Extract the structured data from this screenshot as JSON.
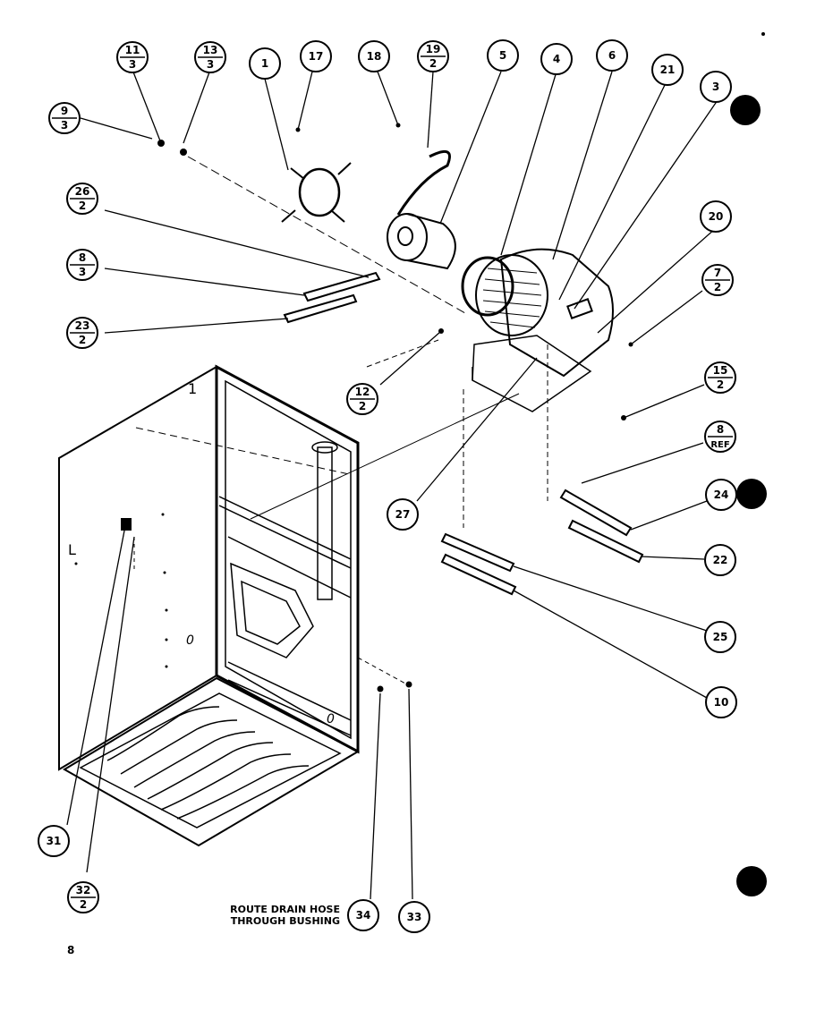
{
  "diagram": {
    "page_number": "8",
    "note_line1": "ROUTE DRAIN HOSE",
    "note_line2": "THROUGH BUSHING",
    "callouts": [
      {
        "id": "c11-3",
        "top": "11",
        "bottom": "3"
      },
      {
        "id": "c13-3",
        "top": "13",
        "bottom": "3"
      },
      {
        "id": "c9-3",
        "top": "9",
        "bottom": "3"
      },
      {
        "id": "c1",
        "label": "1"
      },
      {
        "id": "c17",
        "label": "17"
      },
      {
        "id": "c18",
        "label": "18"
      },
      {
        "id": "c19-2",
        "top": "19",
        "bottom": "2"
      },
      {
        "id": "c5",
        "label": "5"
      },
      {
        "id": "c4",
        "label": "4"
      },
      {
        "id": "c6",
        "label": "6"
      },
      {
        "id": "c21",
        "label": "21"
      },
      {
        "id": "c3",
        "label": "3"
      },
      {
        "id": "c26-2",
        "top": "26",
        "bottom": "2"
      },
      {
        "id": "c8-3",
        "top": "8",
        "bottom": "3"
      },
      {
        "id": "c23-2",
        "top": "23",
        "bottom": "2"
      },
      {
        "id": "c20",
        "label": "20"
      },
      {
        "id": "c7-2",
        "top": "7",
        "bottom": "2"
      },
      {
        "id": "c12-2",
        "top": "12",
        "bottom": "2"
      },
      {
        "id": "c15-2",
        "top": "15",
        "bottom": "2"
      },
      {
        "id": "c8-ref",
        "top": "8",
        "bottom": "REF"
      },
      {
        "id": "c24",
        "label": "24"
      },
      {
        "id": "c22",
        "label": "22"
      },
      {
        "id": "c27",
        "label": "27"
      },
      {
        "id": "c25",
        "label": "25"
      },
      {
        "id": "c10",
        "label": "10"
      },
      {
        "id": "c31",
        "label": "31"
      },
      {
        "id": "c32-2",
        "top": "32",
        "bottom": "2"
      },
      {
        "id": "c34",
        "label": "34"
      },
      {
        "id": "c33",
        "label": "33"
      }
    ]
  }
}
